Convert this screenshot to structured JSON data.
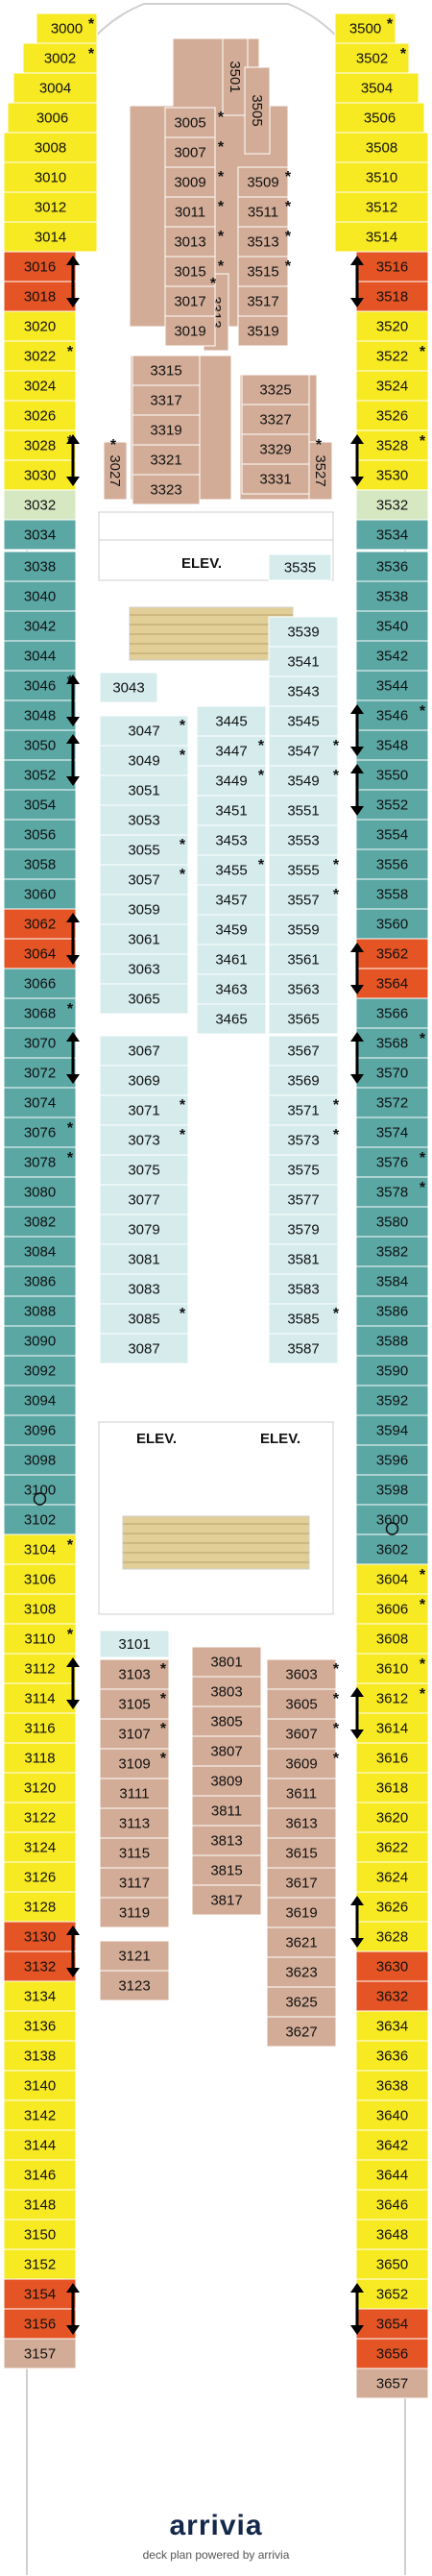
{
  "deck": {
    "elevator_label": "ELEV.",
    "footer": {
      "brand": "arrivia",
      "powered_by": "deck plan powered by arrivia"
    },
    "colors": {
      "yellow": "#f7ea22",
      "teal": "#5aa7a4",
      "light_teal": "#d5ebec",
      "tan": "#d3ac97",
      "orange": "#e45424",
      "light_green": "#d6e8c2",
      "outline": "#cfcfcf"
    },
    "left_column": [
      {
        "n": "3000",
        "c": "yellow",
        "s": true
      },
      {
        "n": "3002",
        "c": "yellow",
        "s": true
      },
      {
        "n": "3004",
        "c": "yellow"
      },
      {
        "n": "3006",
        "c": "yellow"
      },
      {
        "n": "3008",
        "c": "yellow"
      },
      {
        "n": "3010",
        "c": "yellow"
      },
      {
        "n": "3012",
        "c": "yellow"
      },
      {
        "n": "3014",
        "c": "yellow"
      },
      {
        "n": "3016",
        "c": "orange"
      },
      {
        "n": "3018",
        "c": "orange"
      },
      {
        "n": "3020",
        "c": "yellow"
      },
      {
        "n": "3022",
        "c": "yellow",
        "s": true
      },
      {
        "n": "3024",
        "c": "yellow"
      },
      {
        "n": "3026",
        "c": "yellow"
      },
      {
        "n": "3028",
        "c": "yellow",
        "s": true
      },
      {
        "n": "3030",
        "c": "yellow"
      },
      {
        "n": "3032",
        "c": "light_green"
      },
      {
        "n": "3034",
        "c": "teal"
      },
      {
        "n": "3038",
        "c": "teal"
      },
      {
        "n": "3040",
        "c": "teal"
      },
      {
        "n": "3042",
        "c": "teal"
      },
      {
        "n": "3044",
        "c": "teal"
      },
      {
        "n": "3046",
        "c": "teal",
        "s": true
      },
      {
        "n": "3048",
        "c": "teal"
      },
      {
        "n": "3050",
        "c": "teal"
      },
      {
        "n": "3052",
        "c": "teal"
      },
      {
        "n": "3054",
        "c": "teal"
      },
      {
        "n": "3056",
        "c": "teal"
      },
      {
        "n": "3058",
        "c": "teal"
      },
      {
        "n": "3060",
        "c": "teal"
      },
      {
        "n": "3062",
        "c": "orange"
      },
      {
        "n": "3064",
        "c": "orange"
      },
      {
        "n": "3066",
        "c": "teal"
      },
      {
        "n": "3068",
        "c": "teal",
        "s": true
      },
      {
        "n": "3070",
        "c": "teal"
      },
      {
        "n": "3072",
        "c": "teal"
      },
      {
        "n": "3074",
        "c": "teal"
      },
      {
        "n": "3076",
        "c": "teal",
        "s": true
      },
      {
        "n": "3078",
        "c": "teal",
        "s": true
      },
      {
        "n": "3080",
        "c": "teal"
      },
      {
        "n": "3082",
        "c": "teal"
      },
      {
        "n": "3084",
        "c": "teal"
      },
      {
        "n": "3086",
        "c": "teal"
      },
      {
        "n": "3088",
        "c": "teal"
      },
      {
        "n": "3090",
        "c": "teal"
      },
      {
        "n": "3092",
        "c": "teal"
      },
      {
        "n": "3094",
        "c": "teal"
      },
      {
        "n": "3096",
        "c": "teal"
      },
      {
        "n": "3098",
        "c": "teal"
      },
      {
        "n": "3100",
        "c": "teal"
      },
      {
        "n": "3102",
        "c": "teal",
        "a": true
      },
      {
        "n": "3104",
        "c": "yellow",
        "s": true
      },
      {
        "n": "3106",
        "c": "yellow"
      },
      {
        "n": "3108",
        "c": "yellow"
      },
      {
        "n": "3110",
        "c": "yellow",
        "s": true
      },
      {
        "n": "3112",
        "c": "yellow"
      },
      {
        "n": "3114",
        "c": "yellow"
      },
      {
        "n": "3116",
        "c": "yellow"
      },
      {
        "n": "3118",
        "c": "yellow"
      },
      {
        "n": "3120",
        "c": "yellow"
      },
      {
        "n": "3122",
        "c": "yellow"
      },
      {
        "n": "3124",
        "c": "yellow"
      },
      {
        "n": "3126",
        "c": "yellow"
      },
      {
        "n": "3128",
        "c": "yellow"
      },
      {
        "n": "3130",
        "c": "orange"
      },
      {
        "n": "3132",
        "c": "orange"
      },
      {
        "n": "3134",
        "c": "yellow"
      },
      {
        "n": "3136",
        "c": "yellow"
      },
      {
        "n": "3138",
        "c": "yellow"
      },
      {
        "n": "3140",
        "c": "yellow"
      },
      {
        "n": "3142",
        "c": "yellow"
      },
      {
        "n": "3144",
        "c": "yellow"
      },
      {
        "n": "3146",
        "c": "yellow"
      },
      {
        "n": "3148",
        "c": "yellow"
      },
      {
        "n": "3150",
        "c": "yellow"
      },
      {
        "n": "3152",
        "c": "yellow"
      },
      {
        "n": "3154",
        "c": "orange"
      },
      {
        "n": "3156",
        "c": "orange"
      },
      {
        "n": "3157",
        "c": "tan"
      }
    ],
    "right_column": [
      {
        "n": "3500",
        "c": "yellow",
        "s": true
      },
      {
        "n": "3502",
        "c": "yellow",
        "s": true
      },
      {
        "n": "3504",
        "c": "yellow"
      },
      {
        "n": "3506",
        "c": "yellow"
      },
      {
        "n": "3508",
        "c": "yellow"
      },
      {
        "n": "3510",
        "c": "yellow"
      },
      {
        "n": "3512",
        "c": "yellow"
      },
      {
        "n": "3514",
        "c": "yellow"
      },
      {
        "n": "3516",
        "c": "orange"
      },
      {
        "n": "3518",
        "c": "orange"
      },
      {
        "n": "3520",
        "c": "yellow"
      },
      {
        "n": "3522",
        "c": "yellow",
        "s": true
      },
      {
        "n": "3524",
        "c": "yellow"
      },
      {
        "n": "3526",
        "c": "yellow"
      },
      {
        "n": "3528",
        "c": "yellow",
        "s": true
      },
      {
        "n": "3530",
        "c": "yellow"
      },
      {
        "n": "3532",
        "c": "light_green"
      },
      {
        "n": "3534",
        "c": "teal"
      },
      {
        "n": "3536",
        "c": "teal"
      },
      {
        "n": "3538",
        "c": "teal"
      },
      {
        "n": "3540",
        "c": "teal"
      },
      {
        "n": "3542",
        "c": "teal"
      },
      {
        "n": "3544",
        "c": "teal"
      },
      {
        "n": "3546",
        "c": "teal",
        "s": true
      },
      {
        "n": "3548",
        "c": "teal"
      },
      {
        "n": "3550",
        "c": "teal"
      },
      {
        "n": "3552",
        "c": "teal"
      },
      {
        "n": "3554",
        "c": "teal"
      },
      {
        "n": "3556",
        "c": "teal"
      },
      {
        "n": "3558",
        "c": "teal"
      },
      {
        "n": "3560",
        "c": "teal"
      },
      {
        "n": "3562",
        "c": "orange"
      },
      {
        "n": "3564",
        "c": "orange"
      },
      {
        "n": "3566",
        "c": "teal"
      },
      {
        "n": "3568",
        "c": "teal",
        "s": true
      },
      {
        "n": "3570",
        "c": "teal"
      },
      {
        "n": "3572",
        "c": "teal"
      },
      {
        "n": "3574",
        "c": "teal"
      },
      {
        "n": "3576",
        "c": "teal",
        "s": true
      },
      {
        "n": "3578",
        "c": "teal",
        "s": true
      },
      {
        "n": "3580",
        "c": "teal"
      },
      {
        "n": "3582",
        "c": "teal"
      },
      {
        "n": "3584",
        "c": "teal"
      },
      {
        "n": "3586",
        "c": "teal"
      },
      {
        "n": "3588",
        "c": "teal"
      },
      {
        "n": "3590",
        "c": "teal"
      },
      {
        "n": "3592",
        "c": "teal"
      },
      {
        "n": "3594",
        "c": "teal"
      },
      {
        "n": "3596",
        "c": "teal"
      },
      {
        "n": "3598",
        "c": "teal"
      },
      {
        "n": "3600",
        "c": "teal"
      },
      {
        "n": "3602",
        "c": "teal",
        "a": true
      },
      {
        "n": "3604",
        "c": "yellow",
        "s": true
      },
      {
        "n": "3606",
        "c": "yellow",
        "s": true
      },
      {
        "n": "3608",
        "c": "yellow"
      },
      {
        "n": "3610",
        "c": "yellow",
        "s": true
      },
      {
        "n": "3612",
        "c": "yellow",
        "s": true
      },
      {
        "n": "3614",
        "c": "yellow"
      },
      {
        "n": "3616",
        "c": "yellow"
      },
      {
        "n": "3618",
        "c": "yellow"
      },
      {
        "n": "3620",
        "c": "yellow"
      },
      {
        "n": "3622",
        "c": "yellow"
      },
      {
        "n": "3624",
        "c": "yellow"
      },
      {
        "n": "3626",
        "c": "yellow"
      },
      {
        "n": "3628",
        "c": "yellow"
      },
      {
        "n": "3630",
        "c": "orange"
      },
      {
        "n": "3632",
        "c": "orange"
      },
      {
        "n": "3634",
        "c": "yellow"
      },
      {
        "n": "3636",
        "c": "yellow"
      },
      {
        "n": "3638",
        "c": "yellow"
      },
      {
        "n": "3640",
        "c": "yellow"
      },
      {
        "n": "3642",
        "c": "yellow"
      },
      {
        "n": "3644",
        "c": "yellow"
      },
      {
        "n": "3646",
        "c": "yellow"
      },
      {
        "n": "3648",
        "c": "yellow"
      },
      {
        "n": "3650",
        "c": "yellow"
      },
      {
        "n": "3652",
        "c": "yellow"
      },
      {
        "n": "3654",
        "c": "orange"
      },
      {
        "n": "3656",
        "c": "orange"
      },
      {
        "n": "3657",
        "c": "tan"
      }
    ],
    "forward_inner_left": [
      {
        "n": "3005",
        "s": true
      },
      {
        "n": "3007",
        "s": true
      },
      {
        "n": "3009",
        "s": true
      },
      {
        "n": "3011",
        "s": true
      },
      {
        "n": "3013",
        "s": true
      },
      {
        "n": "3015",
        "s": true
      },
      {
        "n": "3017"
      },
      {
        "n": "3019"
      }
    ],
    "forward_inner_right": [
      {
        "n": "3509",
        "s": true
      },
      {
        "n": "3511",
        "s": true
      },
      {
        "n": "3513",
        "s": true
      },
      {
        "n": "3515",
        "s": true
      },
      {
        "n": "3517"
      },
      {
        "n": "3519"
      }
    ],
    "forward_center_cabins": [
      "3315",
      "3317",
      "3319",
      "3321",
      "3323"
    ],
    "forward_center_cabins_right": [
      "3325",
      "3327",
      "3329",
      "3331"
    ],
    "vertical_cabins": [
      {
        "n": "3501"
      },
      {
        "n": "3505"
      },
      {
        "n": "3313",
        "s": true
      },
      {
        "n": "3027",
        "s": true
      },
      {
        "n": "3527",
        "s": true
      }
    ],
    "misc_cabins": [
      "3535",
      "3043",
      "3101"
    ],
    "mid_left_light": [
      {
        "n": "3047",
        "s": true
      },
      {
        "n": "3049",
        "s": true
      },
      {
        "n": "3051"
      },
      {
        "n": "3053"
      },
      {
        "n": "3055",
        "s": true
      },
      {
        "n": "3057",
        "s": true
      },
      {
        "n": "3059"
      },
      {
        "n": "3061"
      },
      {
        "n": "3063"
      },
      {
        "n": "3065"
      }
    ],
    "mid_center_3400": [
      {
        "n": "3445"
      },
      {
        "n": "3447",
        "s": true
      },
      {
        "n": "3449",
        "s": true
      },
      {
        "n": "3451"
      },
      {
        "n": "3453"
      },
      {
        "n": "3455",
        "s": true
      },
      {
        "n": "3457"
      },
      {
        "n": "3459"
      },
      {
        "n": "3461"
      },
      {
        "n": "3463"
      },
      {
        "n": "3465"
      }
    ],
    "mid_right_light": [
      {
        "n": "3539"
      },
      {
        "n": "3541"
      },
      {
        "n": "3543"
      },
      {
        "n": "3545"
      },
      {
        "n": "3547",
        "s": true
      },
      {
        "n": "3549",
        "s": true
      },
      {
        "n": "3551"
      },
      {
        "n": "3553"
      },
      {
        "n": "3555",
        "s": true
      },
      {
        "n": "3557",
        "s": true
      },
      {
        "n": "3559"
      },
      {
        "n": "3561"
      },
      {
        "n": "3563"
      },
      {
        "n": "3565"
      }
    ],
    "aft_left_light": [
      {
        "n": "3067"
      },
      {
        "n": "3069"
      },
      {
        "n": "3071",
        "s": true
      },
      {
        "n": "3073",
        "s": true
      },
      {
        "n": "3075"
      },
      {
        "n": "3077"
      },
      {
        "n": "3079"
      },
      {
        "n": "3081"
      },
      {
        "n": "3083"
      },
      {
        "n": "3085",
        "s": true
      },
      {
        "n": "3087"
      }
    ],
    "aft_right_light": [
      {
        "n": "3567"
      },
      {
        "n": "3569"
      },
      {
        "n": "3571",
        "s": true
      },
      {
        "n": "3573",
        "s": true
      },
      {
        "n": "3575"
      },
      {
        "n": "3577"
      },
      {
        "n": "3579"
      },
      {
        "n": "3581"
      },
      {
        "n": "3583"
      },
      {
        "n": "3585",
        "s": true
      },
      {
        "n": "3587"
      }
    ],
    "aft_tan_left": [
      {
        "n": "3103",
        "s": true
      },
      {
        "n": "3105",
        "s": true
      },
      {
        "n": "3107",
        "s": true
      },
      {
        "n": "3109",
        "s": true
      },
      {
        "n": "3111"
      },
      {
        "n": "3113"
      },
      {
        "n": "3115"
      },
      {
        "n": "3117"
      },
      {
        "n": "3119"
      }
    ],
    "aft_tan_left_extra": [
      "3121",
      "3123"
    ],
    "aft_tan_center": [
      "3801",
      "3803",
      "3805",
      "3807",
      "3809",
      "3811",
      "3813",
      "3815",
      "3817"
    ],
    "aft_tan_right": [
      {
        "n": "3603",
        "s": true
      },
      {
        "n": "3605",
        "s": true
      },
      {
        "n": "3607",
        "s": true
      },
      {
        "n": "3609",
        "s": true
      },
      {
        "n": "3611"
      },
      {
        "n": "3613"
      },
      {
        "n": "3615"
      },
      {
        "n": "3617"
      },
      {
        "n": "3619"
      },
      {
        "n": "3621"
      },
      {
        "n": "3623"
      },
      {
        "n": "3625"
      },
      {
        "n": "3627"
      }
    ]
  }
}
